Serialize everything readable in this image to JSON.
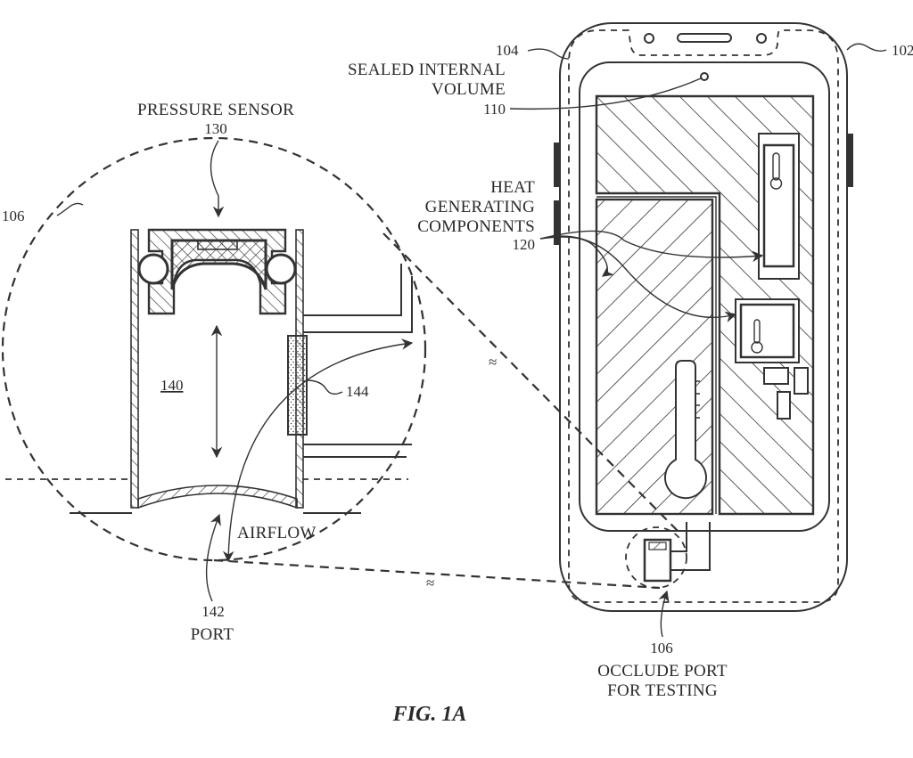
{
  "figure": {
    "caption": "FIG. 1A"
  },
  "device": {
    "ref_housing": "102",
    "ref_outline": "104",
    "sealed_volume_label_line1": "SEALED INTERNAL",
    "sealed_volume_label_line2": "VOLUME",
    "ref_sealed_volume": "110",
    "heat_label_line1": "HEAT",
    "heat_label_line2": "GENERATING",
    "heat_label_line3": "COMPONENTS",
    "ref_heat": "120",
    "ref_port_bottom": "106",
    "occlude_line1": "OCCLUDE PORT",
    "occlude_line2": "FOR TESTING"
  },
  "detail": {
    "ref_detail": "106",
    "pressure_sensor_label": "PRESSURE SENSOR",
    "ref_pressure_sensor": "130",
    "ref_chamber": "140",
    "ref_membrane": "144",
    "airflow_label": "AIRFLOW",
    "ref_port": "142",
    "port_label": "PORT"
  }
}
